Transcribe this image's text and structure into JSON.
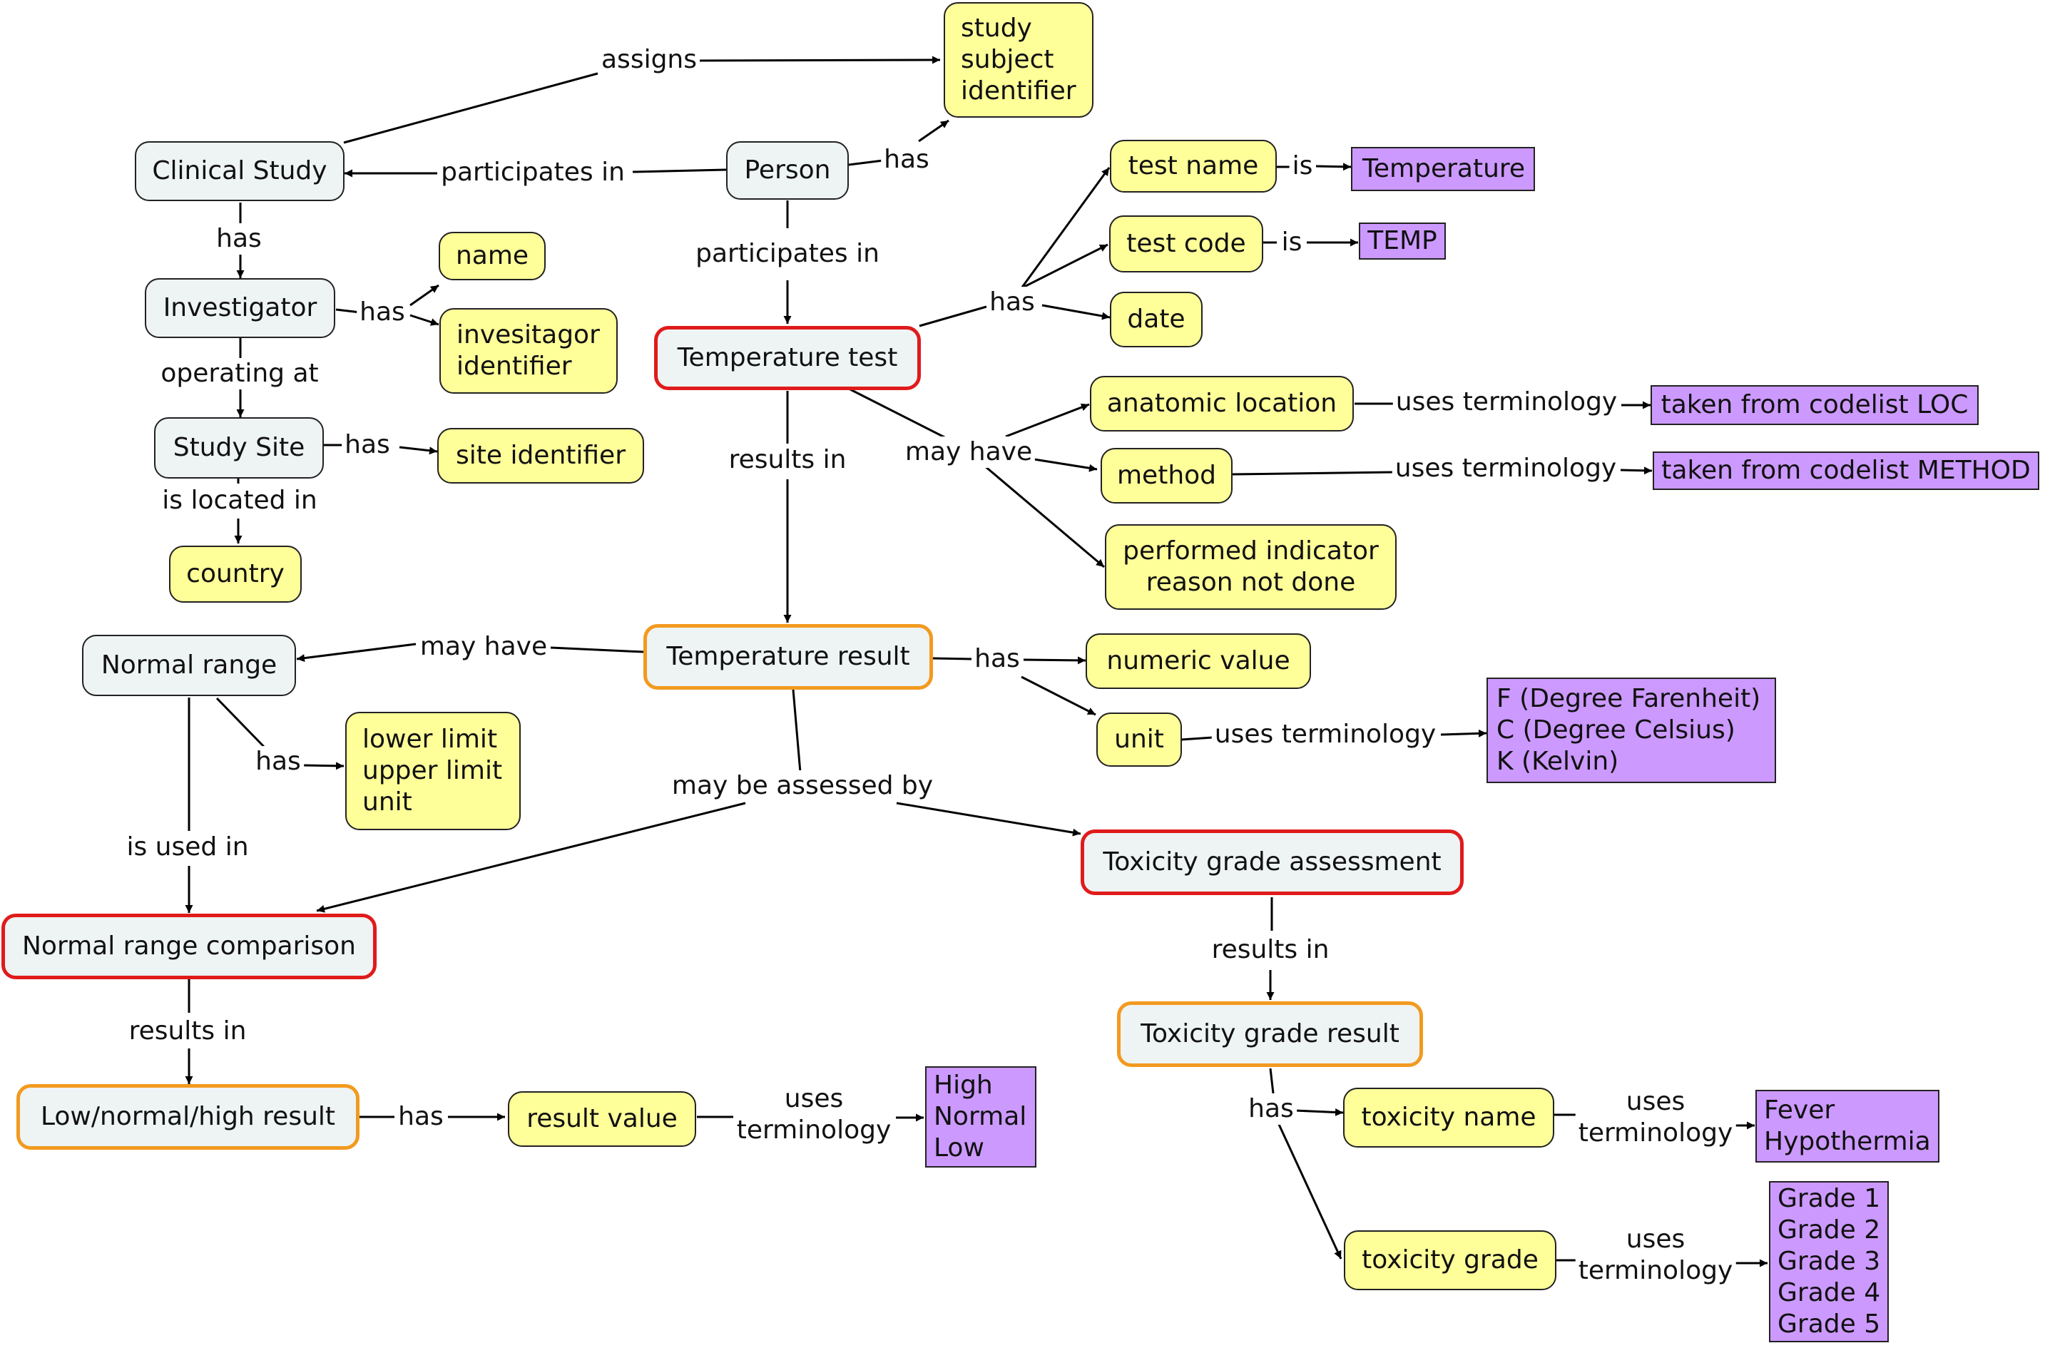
{
  "nodes": {
    "clinical_study": "Clinical Study",
    "study_subject_identifier": "study\nsubject\nidentifier",
    "person": "Person",
    "investigator": "Investigator",
    "name": "name",
    "investigator_identifier": "invesitagor\nidentifier",
    "study_site": "Study Site",
    "site_identifier": "site identifier",
    "country": "country",
    "temperature_test": "Temperature test",
    "test_name": "test name",
    "temperature": "Temperature",
    "test_code": "test code",
    "temp": "TEMP",
    "date": "date",
    "anatomic_location": "anatomic location",
    "codelist_loc": "taken from codelist LOC",
    "method": "method",
    "codelist_method": "taken from codelist METHOD",
    "performed_indicator": "performed indicator\nreason not done",
    "normal_range": "Normal range",
    "temperature_result": "Temperature result",
    "numeric_value": "numeric value",
    "unit": "unit",
    "unit_terms": "F (Degree Farenheit)\nC (Degree Celsius)\nK (Kelvin)",
    "range_values": "lower limit\nupper limit\nunit",
    "toxicity_grade_assessment": "Toxicity grade assessment",
    "normal_range_comparison": "Normal range comparison",
    "toxicity_grade_result": "Toxicity grade result",
    "low_normal_high_result": "Low/normal/high result",
    "result_value": "result value",
    "hnl_terms": "High\nNormal\nLow",
    "toxicity_name": "toxicity name",
    "toxicity_name_terms": "Fever\nHypothermia",
    "toxicity_grade": "toxicity grade",
    "grade_terms": "Grade 1\nGrade 2\nGrade 3\nGrade 4\nGrade 5"
  },
  "edge_labels": {
    "assigns": "assigns",
    "participates_in_study": "participates in",
    "person_has": "has",
    "participates_in_test": "participates in",
    "study_has": "has",
    "investigator_has": "has",
    "operating_at": "operating at",
    "site_has": "has",
    "is_located_in": "is located in",
    "test_has": "has",
    "name_is": "is",
    "code_is": "is",
    "may_have_test": "may have",
    "loc_uses": "uses terminology",
    "method_uses": "uses terminology",
    "results_in_test": "results in",
    "may_have_range": "may have",
    "result_has": "has",
    "unit_uses": "uses terminology",
    "range_has": "has",
    "is_used_in": "is used in",
    "may_be_assessed_by": "may be assessed by",
    "results_in_tox": "results in",
    "results_in_comparison": "results in",
    "lnh_has": "has",
    "value_uses": "uses\nterminology",
    "tox_result_has": "has",
    "tox_name_uses": "uses\nterminology",
    "tox_grade_uses": "uses\nterminology"
  },
  "colors": {
    "concept_fill": "#eef3f3",
    "attribute_fill": "#ffff99",
    "terminology_fill": "#cc99ff",
    "activity_border": "#e01b1b",
    "result_border": "#f29a1f"
  }
}
